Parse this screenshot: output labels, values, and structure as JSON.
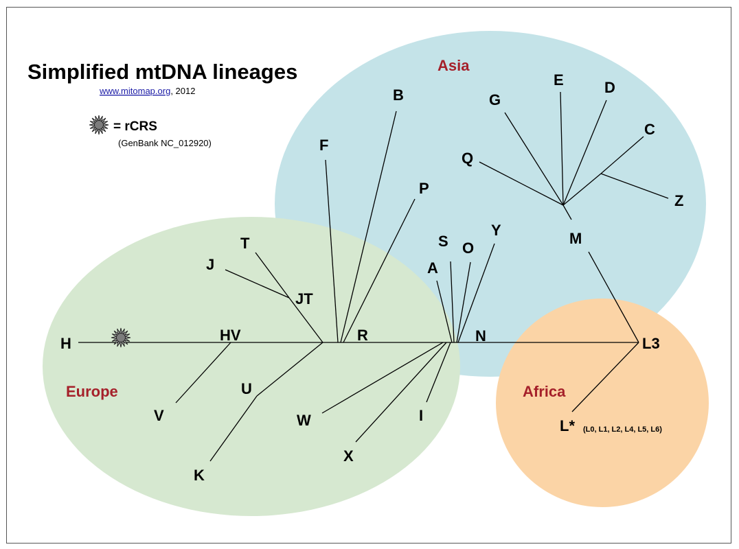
{
  "title": "Simplified mtDNA lineages",
  "source": {
    "link_text": "www.mitomap.org",
    "suffix": ", 2012"
  },
  "legend": {
    "label": "= rCRS",
    "note": "(GenBank NC_012920)",
    "icon": "star-sun-icon"
  },
  "regions": {
    "asia": "Asia",
    "europe": "Europe",
    "africa": "Africa"
  },
  "colors": {
    "asia": "#c4e3e8",
    "europe": "#d6e8d0",
    "africa": "#fbd4a6",
    "region_text": "#a5202a"
  },
  "labels": {
    "H": "H",
    "HV": "HV",
    "V": "V",
    "J": "J",
    "T": "T",
    "JT": "JT",
    "U": "U",
    "K": "K",
    "F": "F",
    "B": "B",
    "P": "P",
    "R": "R",
    "W": "W",
    "X": "X",
    "I": "I",
    "A": "A",
    "S": "S",
    "O": "O",
    "Y": "Y",
    "N": "N",
    "L3": "L3",
    "L_star": "L*",
    "L_star_note": "(L0, L1, L2, L4, L5, L6)",
    "M": "M",
    "G": "G",
    "E": "E",
    "D": "D",
    "C": "C",
    "Z": "Z",
    "Q": "Q"
  }
}
